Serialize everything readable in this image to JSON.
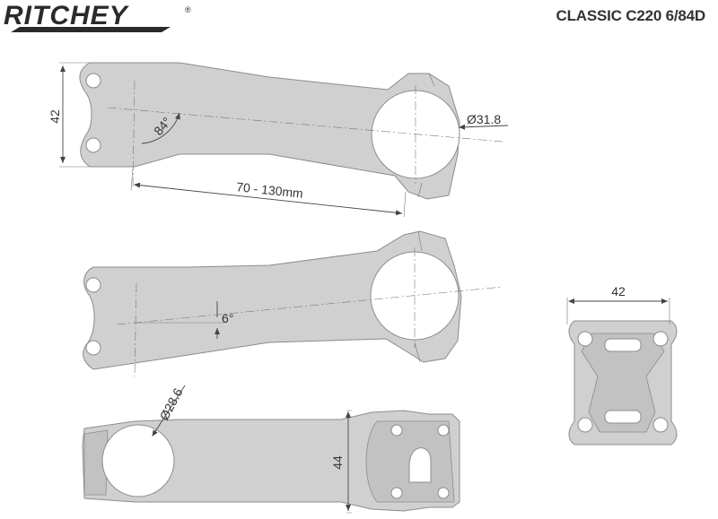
{
  "brand": {
    "logo_text": "RITCHEY",
    "registered_mark": "®"
  },
  "title": "CLASSIC C220 6/84D",
  "dimensions": {
    "stack_height": "42",
    "angle": "84°",
    "bar_clamp": "Ø31.8",
    "length_range": "70 - 130mm",
    "rise": "6°",
    "faceplate_width": "42",
    "steerer_diameter": "Ø28.6",
    "clamp_height": "44"
  },
  "colors": {
    "part_fill": "#d0d0d0",
    "part_stroke": "#8c8c8c",
    "dimension_lines": "#444444",
    "text": "#333333"
  }
}
